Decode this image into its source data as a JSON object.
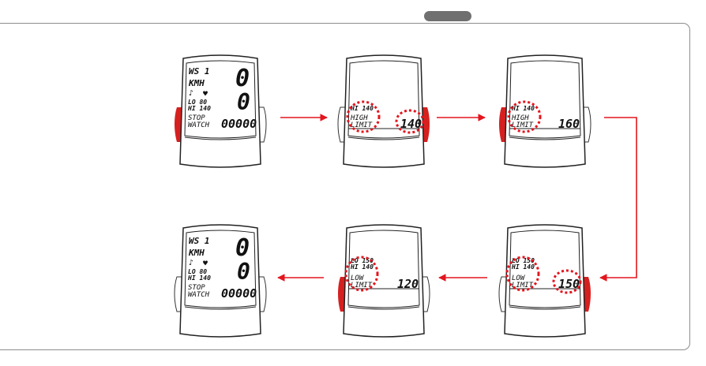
{
  "colors": {
    "accent": "#e3151e",
    "frame": "#8c8c8c",
    "tab": "#707070"
  },
  "screens": [
    {
      "id": "s1",
      "top_small": "WS 1",
      "unit": "KMH",
      "speed1": "0",
      "speed2": "0",
      "note_icon": "music-note-icon",
      "heart_icon": "heart-icon",
      "lo_text": "LO 80",
      "hi_text": "HI 140",
      "stop": "STOP",
      "watch": "WATCH",
      "timer": "00000"
    },
    {
      "id": "s2",
      "hi_text": "HI 140",
      "line1": "HIGH",
      "line2": "LIMIT",
      "value": "140"
    },
    {
      "id": "s3",
      "hi_text": "HI 140",
      "line1": "HIGH",
      "line2": "LIMIT",
      "value": "160"
    },
    {
      "id": "s4",
      "lo_text": "LO 150",
      "hi_text": "HI 140",
      "line1": "LOW",
      "line2": "LIMIT",
      "value": "150"
    },
    {
      "id": "s5",
      "lo_text": "LO 150",
      "hi_text": "HI 140",
      "line1": "LOW",
      "line2": "LIMIT",
      "value": "120"
    },
    {
      "id": "s6",
      "top_small": "WS 1",
      "unit": "KMH",
      "speed1": "0",
      "speed2": "0",
      "note_icon": "music-note-icon",
      "heart_icon": "heart-icon",
      "lo_text": "LO 80",
      "hi_text": "HI 140",
      "stop": "STOP",
      "watch": "WATCH",
      "timer": "00000"
    }
  ]
}
